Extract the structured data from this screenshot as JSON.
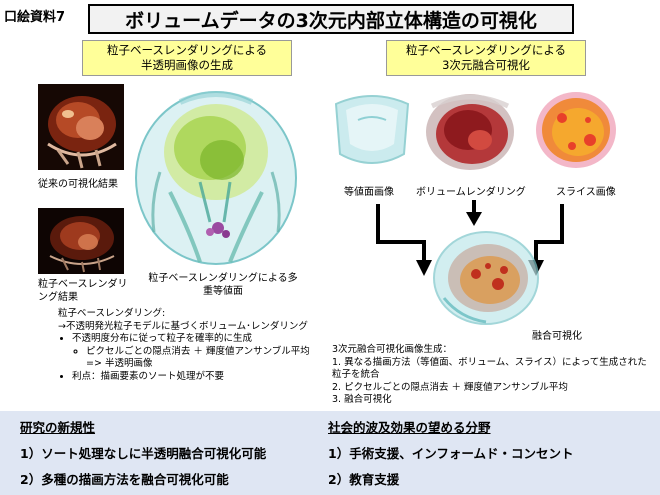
{
  "header": {
    "doc_label": "口絵資料7",
    "title": "ボリュームデータの3次元内部立体構造の可視化"
  },
  "left_box": {
    "line1": "粒子ベースレンダリングによる",
    "line2": "半透明画像の生成"
  },
  "right_box": {
    "line1": "粒子ベースレンダリングによる",
    "line2": "3次元融合可視化"
  },
  "captions": {
    "conventional": "従来の可視化結果",
    "particle": "粒子ベースレンダリング結果",
    "multi_iso": "粒子ベースレンダリングによる多重等値面",
    "isosurface": "等値面画像",
    "volume": "ボリュームレンダリング",
    "slice": "スライス画像",
    "fusion": "融合可視化"
  },
  "left_notes": {
    "title": "粒子ベースレンダリング:",
    "sub": "→不透明発光粒子モデルに基づくボリューム･レンダリング",
    "bullets": [
      "不透明度分布に従って粒子を確率的に生成",
      "利点：描画要素のソート処理が不要"
    ],
    "sub_bullet": "ピクセルごとの隠点消去 ＋ 輝度値アンサンブル平均 => 半透明画像"
  },
  "right_notes": {
    "title": "3次元融合可視化画像生成：",
    "items": [
      "1. 異なる描画方法（等値面、ボリューム、スライス）によって生成された粒子を統合",
      "2. ピクセルごとの隠点消去 ＋ 輝度値アンサンブル平均",
      "3. 融合可視化"
    ]
  },
  "bottom": {
    "left_heading": "研究の新規性",
    "left_items": [
      "1）ソート処理なしに半透明融合可視化可能",
      "2）多種の描画方法を融合可視化可能"
    ],
    "right_heading": "社会的波及効果の望める分野",
    "right_items": [
      "1）手術支援、インフォームド・コンセント",
      "2）教育支援"
    ]
  }
}
